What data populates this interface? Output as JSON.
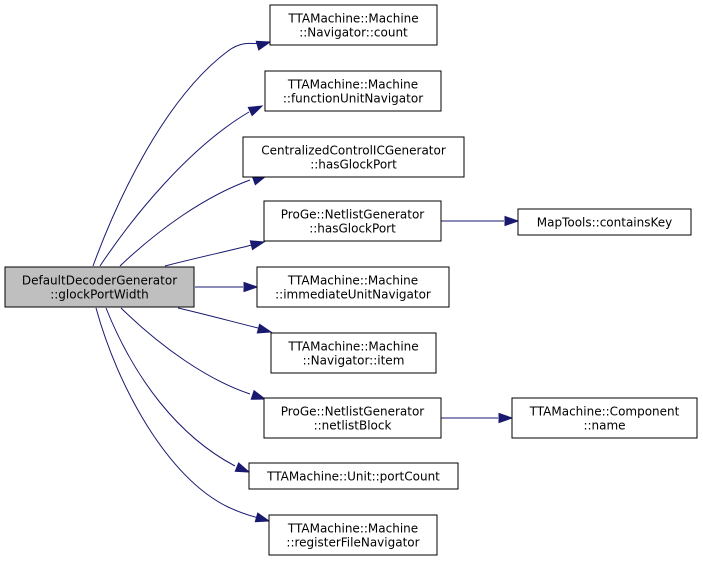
{
  "graph": {
    "colors": {
      "edge": "#191970",
      "root_fill": "#bfbfbf",
      "node_fill": "#ffffff",
      "border": "#000000"
    },
    "nodes": [
      {
        "id": "root",
        "lines": [
          "DefaultDecoderGenerator",
          "::glockPortWidth"
        ],
        "root": true
      },
      {
        "id": "n1",
        "lines": [
          "TTAMachine::Machine",
          "::Navigator::count"
        ]
      },
      {
        "id": "n2",
        "lines": [
          "TTAMachine::Machine",
          "::functionUnitNavigator"
        ]
      },
      {
        "id": "n3",
        "lines": [
          "CentralizedControlICGenerator",
          "::hasGlockPort"
        ]
      },
      {
        "id": "n4",
        "lines": [
          "ProGe::NetlistGenerator",
          "::hasGlockPort"
        ]
      },
      {
        "id": "n5",
        "lines": [
          "MapTools::containsKey"
        ]
      },
      {
        "id": "n6",
        "lines": [
          "TTAMachine::Machine",
          "::immediateUnitNavigator"
        ]
      },
      {
        "id": "n7",
        "lines": [
          "TTAMachine::Machine",
          "::Navigator::item"
        ]
      },
      {
        "id": "n8",
        "lines": [
          "ProGe::NetlistGenerator",
          "::netlistBlock"
        ]
      },
      {
        "id": "n9",
        "lines": [
          "TTAMachine::Component",
          "::name"
        ]
      },
      {
        "id": "n10",
        "lines": [
          "TTAMachine::Unit::portCount"
        ]
      },
      {
        "id": "n11",
        "lines": [
          "TTAMachine::Machine",
          "::registerFileNavigator"
        ]
      }
    ],
    "edges": [
      {
        "from": "root",
        "to": "n1"
      },
      {
        "from": "root",
        "to": "n2"
      },
      {
        "from": "root",
        "to": "n3"
      },
      {
        "from": "root",
        "to": "n4"
      },
      {
        "from": "root",
        "to": "n6"
      },
      {
        "from": "root",
        "to": "n7"
      },
      {
        "from": "root",
        "to": "n8"
      },
      {
        "from": "root",
        "to": "n10"
      },
      {
        "from": "root",
        "to": "n11"
      },
      {
        "from": "n4",
        "to": "n5"
      },
      {
        "from": "n8",
        "to": "n9"
      }
    ]
  }
}
